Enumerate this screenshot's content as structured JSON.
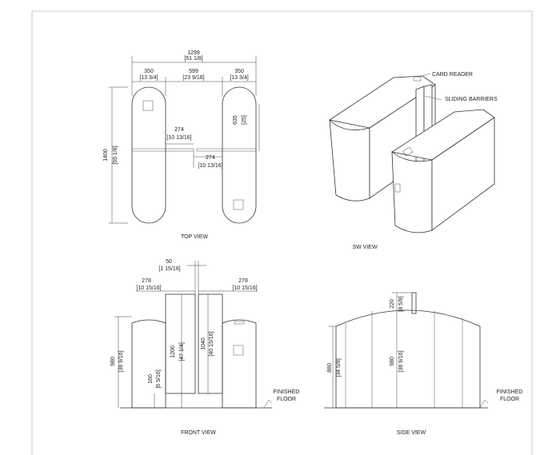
{
  "top_view": {
    "overall_width": "1299",
    "overall_width_in": "[51 1/8]",
    "left_width": "350",
    "left_width_in": "[13 3/4]",
    "gap_width": "599",
    "gap_width_in": "[23 9/16]",
    "right_width": "350",
    "right_width_in": "[13 3/4]",
    "length": "1400",
    "length_in": "[55 1/8]",
    "barrier_depth": "635",
    "barrier_depth_in": "[25]",
    "barrier_reach_1": "274",
    "barrier_reach_1_in": "[10 13/16]",
    "barrier_reach_2": "274",
    "barrier_reach_2_in": "[10 13/16]",
    "caption": "TOP VIEW"
  },
  "sw_view": {
    "label_card_reader": "CARD READER",
    "label_sliding_barriers": "SLIDING BARRIERS",
    "caption": "SW VIEW"
  },
  "front_view": {
    "center_gap": "50",
    "center_gap_in": "[1 15/16]",
    "left_barrier": "278",
    "left_barrier_in": "[10 15/16]",
    "right_barrier": "278",
    "right_barrier_in": "[10 15/16]",
    "cabinet_height": "980",
    "cabinet_height_in": "[38 9/16]",
    "barrier_height": "1200",
    "barrier_height_in": "[47 1/4]",
    "barrier_panel_height": "1040",
    "barrier_panel_height_in": "[40 15/16]",
    "floor_clearance": "160",
    "floor_clearance_in": "[6 5/16]",
    "floor_label_1": "FINISHED",
    "floor_label_2": "FLOOR",
    "caption": "FRONT VIEW"
  },
  "side_view": {
    "barrier_projection": "220",
    "barrier_projection_in": "[8 5/8]",
    "end_height": "880",
    "end_height_in": "[34 5/8]",
    "center_height": "980",
    "center_height_in": "[38 9/16]",
    "floor_label_1": "FINISHED",
    "floor_label_2": "FLOOR",
    "caption": "SIDE VIEW"
  }
}
